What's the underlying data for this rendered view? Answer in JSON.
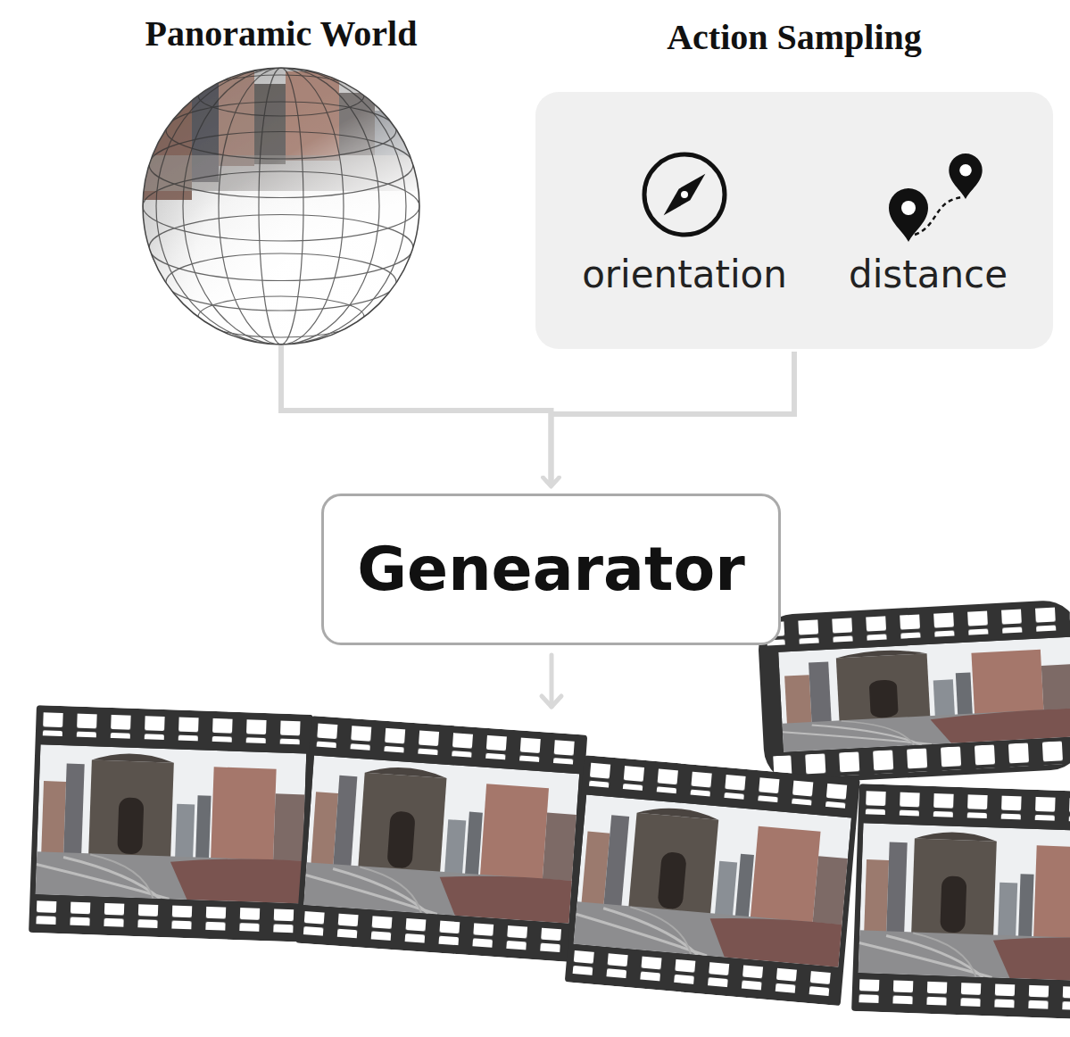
{
  "diagram": {
    "nodes": [
      {
        "text": [
          "Panoramic World"
        ]
      },
      {
        "text": [
          "Action Sampling",
          "orientation",
          "distance"
        ]
      },
      {
        "text": [
          "Genearator"
        ]
      }
    ],
    "edges": [
      {
        "from": 0,
        "to": 2,
        "arrow": "to"
      },
      {
        "from": 1,
        "to": 2,
        "arrow": "to"
      }
    ]
  }
}
